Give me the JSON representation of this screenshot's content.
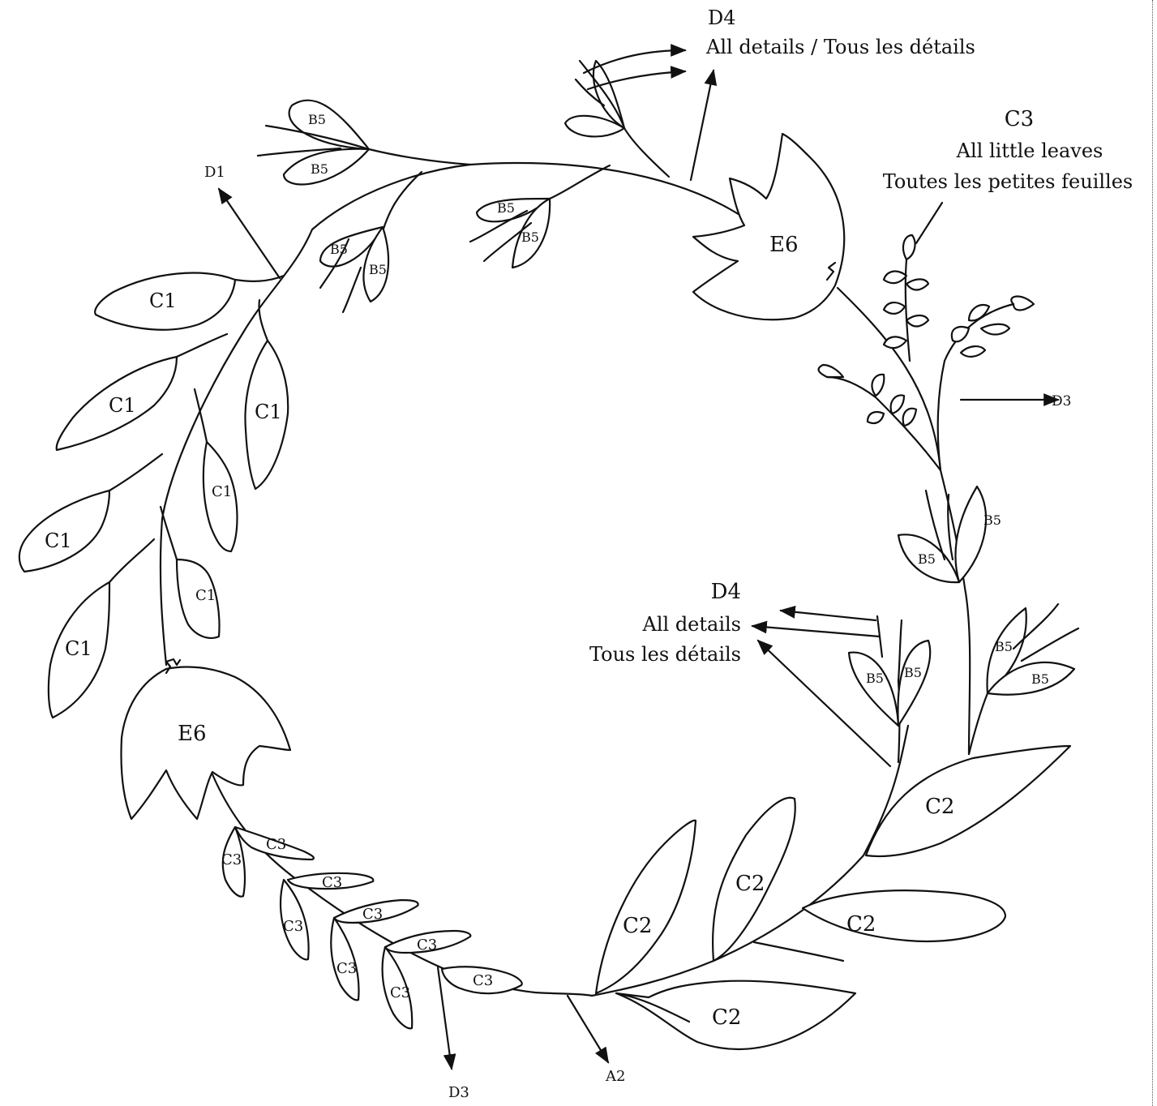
{
  "diagram": {
    "type": "embroidery pattern - floral wreath",
    "callouts": {
      "d4_top": {
        "code": "D4",
        "text": "All details / Tous les détails"
      },
      "c3_top": {
        "code": "C3",
        "line1": "All little leaves",
        "line2": "Toutes les petites feuilles"
      },
      "d1": {
        "code": "D1"
      },
      "d3_right": {
        "code": "D3"
      },
      "d4_mid": {
        "code": "D4",
        "line1": "All details",
        "line2": "Tous les détails"
      },
      "d3_bottom": {
        "code": "D3"
      },
      "a2": {
        "code": "A2"
      }
    },
    "stitch_labels": {
      "b5": "B5",
      "c1": "C1",
      "c2": "C2",
      "c3": "C3",
      "e6": "E6"
    }
  }
}
